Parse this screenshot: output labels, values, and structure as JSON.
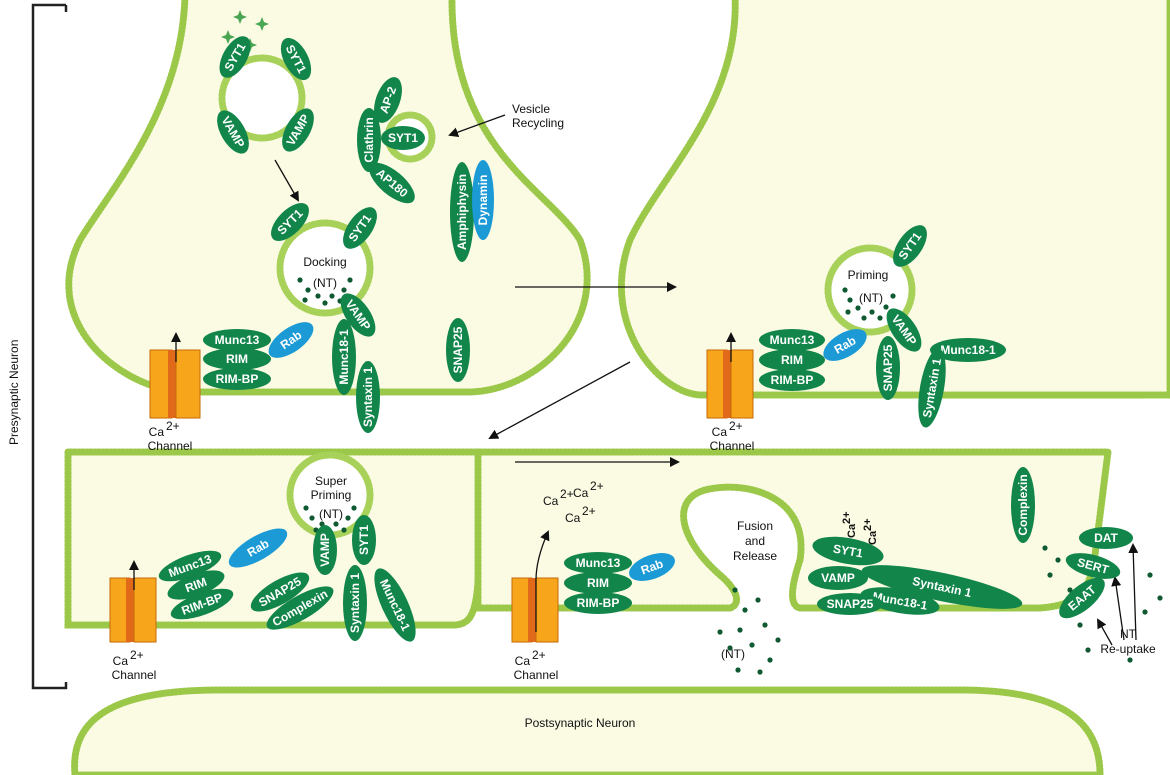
{
  "diagram": {
    "presynaptic_label": "Presynaptic Neuron",
    "postsynaptic_label": "Postsynaptic Neuron",
    "vesicle_recycling_label": [
      "Vesicle",
      "Recycling"
    ],
    "stages": {
      "docking": [
        "Docking",
        "(NT)"
      ],
      "priming": [
        "Priming",
        "(NT)"
      ],
      "super_priming": [
        "Super",
        "Priming",
        "(NT)"
      ],
      "fusion_release": [
        "Fusion",
        "and",
        "Release"
      ]
    },
    "channel_label": [
      "Ca",
      "2+",
      "Channel"
    ],
    "ca_ion": "Ca",
    "ca_charge": "2+",
    "nt_label": "(NT)",
    "reuptake_label": [
      "NT",
      "Re-uptake"
    ],
    "proteins": {
      "syt1": "SYT1",
      "vamp": "VAMP",
      "ap2": "AP-2",
      "clathrin": "Clathrin",
      "ap180": "AP180",
      "amphiphysin": "Amphiphysin",
      "dynamin": "Dynamin",
      "munc13": "Munc13",
      "rim": "RIM",
      "rim_bp": "RIM-BP",
      "rab": "Rab",
      "munc18": "Munc18-1",
      "syntaxin": "Syntaxin 1",
      "snap25": "SNAP25",
      "complexin": "Complexin",
      "dat": "DAT",
      "sert": "SERT",
      "eaat": "EAAT"
    },
    "colors": {
      "membrane": "#9cc84a",
      "cytoplasm": "#fbfbe4",
      "protein_green": "#12854a",
      "protein_blue": "#1b9ad6",
      "channel": "#f7a51b",
      "nt": "#0f5a32"
    }
  }
}
